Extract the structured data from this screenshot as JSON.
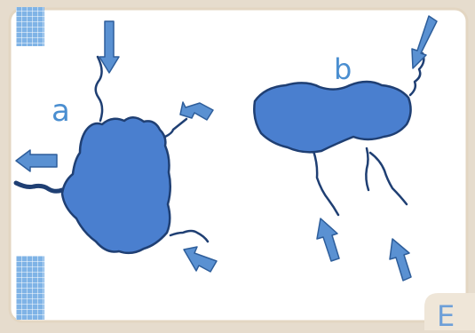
{
  "labels": {
    "a": "a",
    "b": "b",
    "corner": "E"
  },
  "colors": {
    "background": "#e6dccd",
    "panel": "#ffffff",
    "lake_fill": "#4a7fcf",
    "lake_stroke": "#1f3f73",
    "arrow_fill": "#5a91d2",
    "arrow_stroke": "#2e5e9b",
    "stream": "#1f3f73",
    "tile": "#6aa5e0",
    "label": "#4a8ed0",
    "corner_badge": "#efe6d8"
  },
  "icons": [
    "arrow-in-icon",
    "arrow-out-icon",
    "grid-tile-icon"
  ]
}
